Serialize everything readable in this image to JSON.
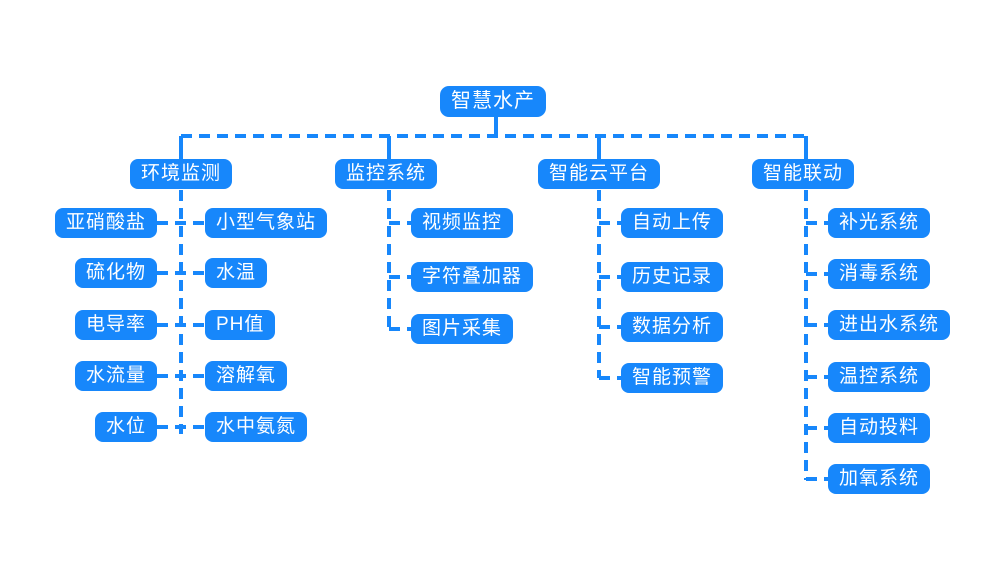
{
  "diagram": {
    "type": "tree-mindmap",
    "title": "智慧水产",
    "accent_color": "#1787fb",
    "text_color": "#ffffff",
    "background": "#ffffff",
    "root": {
      "label": "智慧水产"
    },
    "branches": [
      {
        "label": "环境监测",
        "layout": "two-column",
        "left_children": [
          {
            "label": "亚硝酸盐"
          },
          {
            "label": "硫化物"
          },
          {
            "label": "电导率"
          },
          {
            "label": "水流量"
          },
          {
            "label": "水位"
          }
        ],
        "right_children": [
          {
            "label": "小型气象站"
          },
          {
            "label": "水温"
          },
          {
            "label": "PH值"
          },
          {
            "label": "溶解氧"
          },
          {
            "label": "水中氨氮"
          }
        ]
      },
      {
        "label": "监控系统",
        "layout": "right-column",
        "children": [
          {
            "label": "视频监控"
          },
          {
            "label": "字符叠加器"
          },
          {
            "label": "图片采集"
          }
        ]
      },
      {
        "label": "智能云平台",
        "layout": "right-column",
        "children": [
          {
            "label": "自动上传"
          },
          {
            "label": "历史记录"
          },
          {
            "label": "数据分析"
          },
          {
            "label": "智能预警"
          }
        ]
      },
      {
        "label": "智能联动",
        "layout": "right-column",
        "children": [
          {
            "label": "补光系统"
          },
          {
            "label": "消毒系统"
          },
          {
            "label": "进出水系统"
          },
          {
            "label": "温控系统"
          },
          {
            "label": "自动投料"
          },
          {
            "label": "加氧系统"
          }
        ]
      }
    ]
  }
}
